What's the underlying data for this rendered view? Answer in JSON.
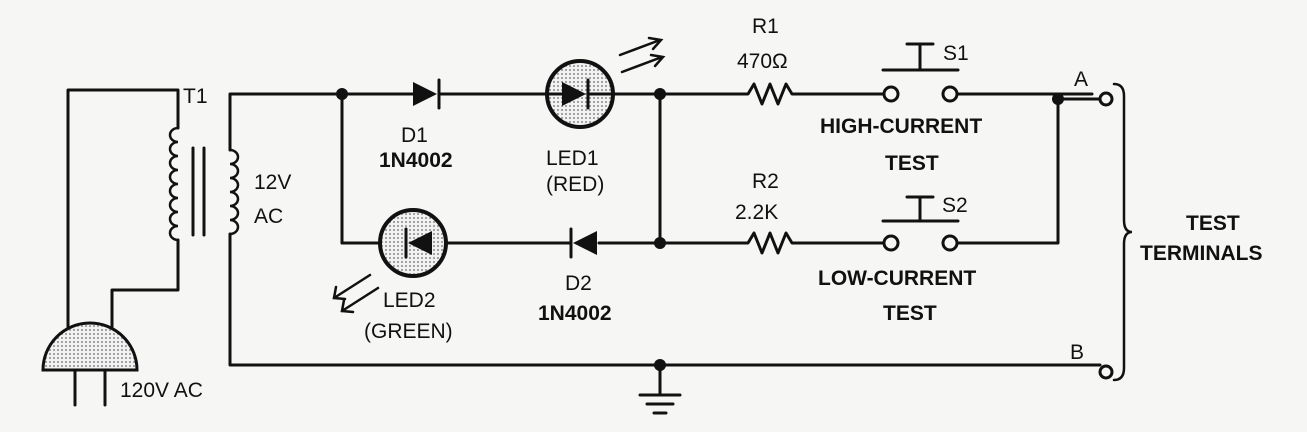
{
  "components": {
    "t1": {
      "label": "T1",
      "secondary_label_1": "12V",
      "secondary_label_2": "AC"
    },
    "plug": {
      "label": "120V AC"
    },
    "d1": {
      "ref": "D1",
      "part": "1N4002"
    },
    "d2": {
      "ref": "D2",
      "part": "1N4002"
    },
    "led1": {
      "ref": "LED1",
      "color": "(RED)"
    },
    "led2": {
      "ref": "LED2",
      "color": "(GREEN)"
    },
    "r1": {
      "ref": "R1",
      "value": "470Ω"
    },
    "r2": {
      "ref": "R2",
      "value": "2.2K"
    },
    "s1": {
      "ref": "S1",
      "caption_1": "HIGH-CURRENT",
      "caption_2": "TEST"
    },
    "s2": {
      "ref": "S2",
      "caption_1": "LOW-CURRENT",
      "caption_2": "TEST"
    }
  },
  "terminals": {
    "a": "A",
    "b": "B",
    "caption_1": "TEST",
    "caption_2": "TERMINALS"
  },
  "colors": {
    "ink": "#111111",
    "paper": "#f6f6f4",
    "led_fill": "#c9c9c9",
    "plug_fill": "#bdbdbd"
  },
  "icons": [
    "transformer-icon",
    "plug-icon",
    "diode-icon",
    "led-icon",
    "resistor-icon",
    "pushbutton-switch-icon",
    "ground-icon",
    "terminal-icon",
    "brace-icon"
  ]
}
